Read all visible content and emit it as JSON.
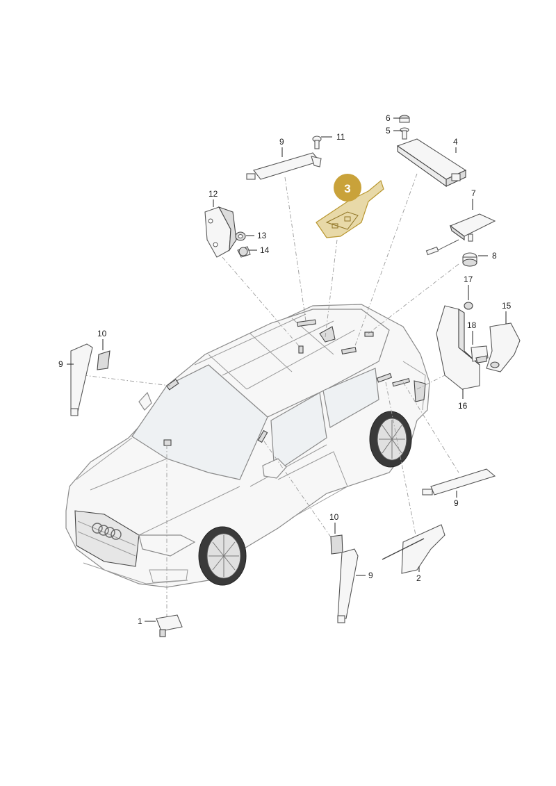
{
  "callouts": {
    "c1": "1",
    "c2": "2",
    "c3": "3",
    "c4": "4",
    "c5": "5",
    "c6": "6",
    "c7": "7",
    "c8": "8",
    "c9a": "9",
    "c9b": "9",
    "c9c": "9",
    "c9d": "9",
    "c10a": "10",
    "c10b": "10",
    "c11": "11",
    "c12": "12",
    "c13": "13",
    "c14": "14",
    "c15": "15",
    "c16": "16",
    "c17": "17",
    "c18": "18"
  },
  "highlight": {
    "part_number": "3",
    "color": "#c9a23a"
  },
  "colors": {
    "line": "#555555",
    "car_fill": "#f7f7f7",
    "highlight": "#c9a23a"
  }
}
